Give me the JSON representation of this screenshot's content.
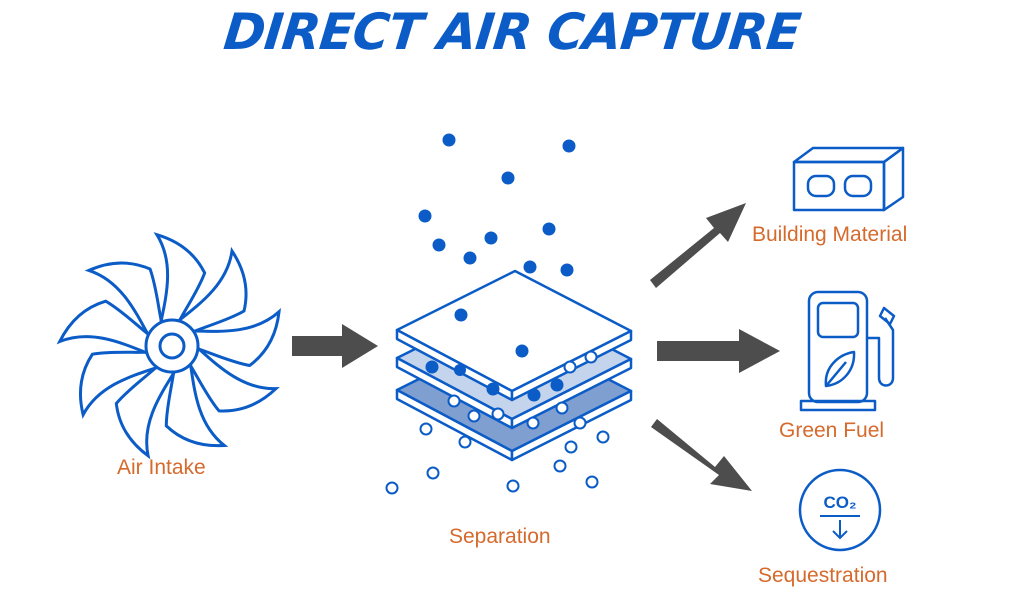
{
  "title": "DIRECT AIR CAPTURE",
  "stages": {
    "intake": "Air Intake",
    "separation": "Separation"
  },
  "outputs": {
    "building": "Building Material",
    "fuel": "Green Fuel",
    "sequestration": "Sequestration"
  },
  "co2_label": "CO₂",
  "colors": {
    "primary_blue": "#0b5cc7",
    "accent_orange": "#d66a2c",
    "arrow_gray": "#4d4d4d"
  },
  "icons": [
    "fan-icon",
    "filter-layers-icon",
    "brick-icon",
    "fuel-pump-icon",
    "co2-storage-icon"
  ]
}
